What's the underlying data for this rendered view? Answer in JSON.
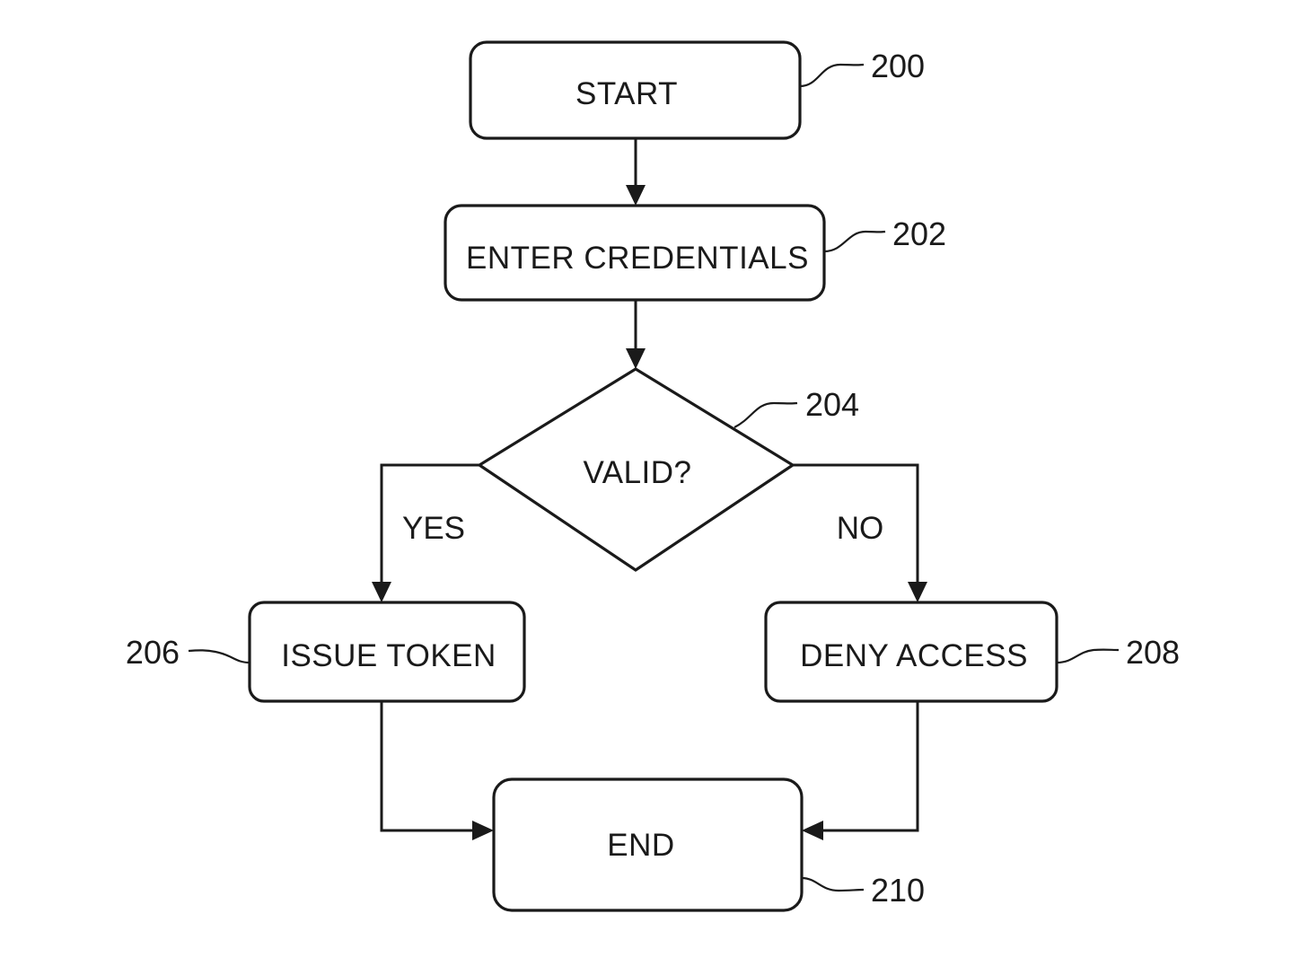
{
  "nodes": {
    "start": {
      "label": "START",
      "ref": "200"
    },
    "enter_credentials": {
      "label": "ENTER CREDENTIALS",
      "ref": "202"
    },
    "valid": {
      "label": "VALID?",
      "ref": "204"
    },
    "issue_token": {
      "label": "ISSUE TOKEN",
      "ref": "206"
    },
    "deny_access": {
      "label": "DENY ACCESS",
      "ref": "208"
    },
    "end": {
      "label": "END",
      "ref": "210"
    }
  },
  "edges": {
    "yes_label": "YES",
    "no_label": "NO"
  },
  "colors": {
    "line": "#1a1a1a",
    "background": "#ffffff"
  }
}
